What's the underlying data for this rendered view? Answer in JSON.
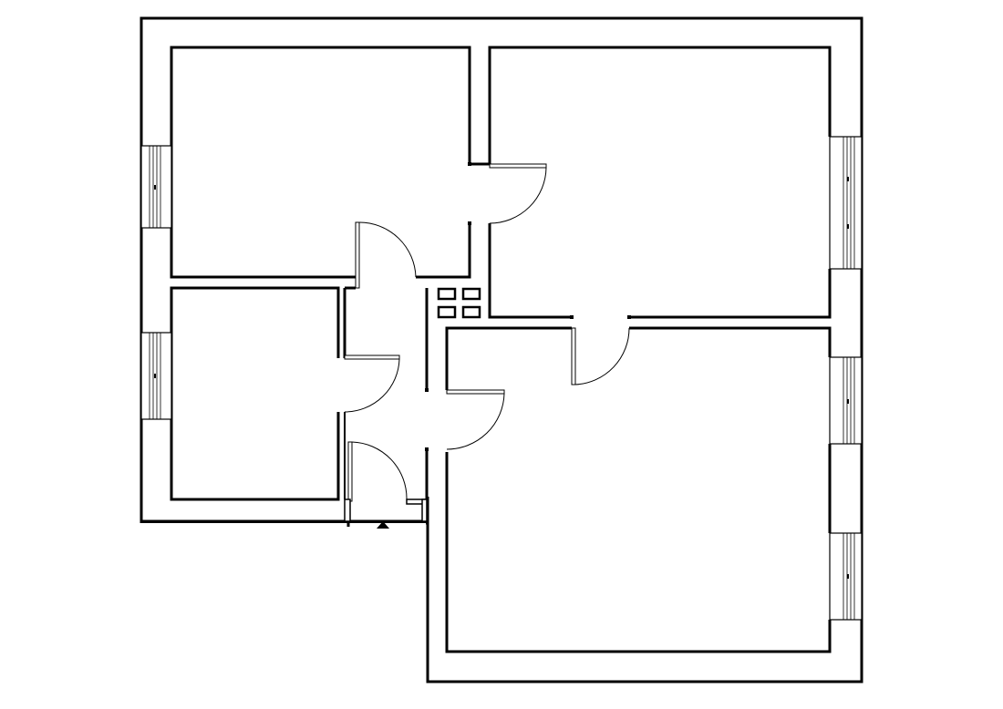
{
  "plan": {
    "line_color": "#000000",
    "background_color": "#ffffff",
    "rooms": [
      "room-northwest",
      "room-northeast",
      "room-southwest",
      "room-southeast",
      "hallway"
    ],
    "door_count": 6,
    "window_count": 6,
    "ventilation_shaft_count": 4,
    "entrance_marker": "triangle-up-icon"
  }
}
